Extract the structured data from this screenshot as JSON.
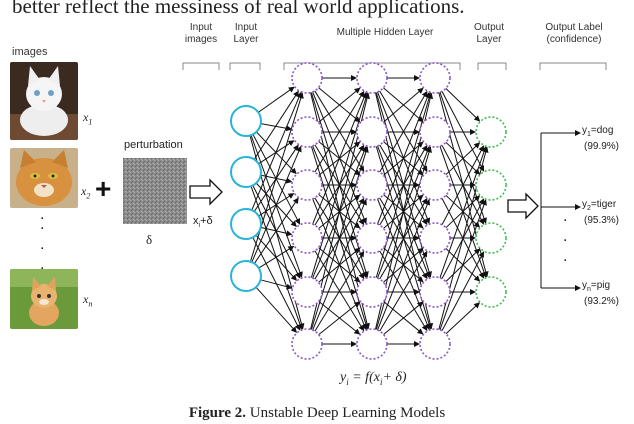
{
  "header_text": "better reflect the messiness of real world applications.",
  "labels": {
    "images": "images",
    "input_images": [
      "Input",
      "images"
    ],
    "input_layer": [
      "Input",
      "Layer"
    ],
    "hidden": "Multiple Hidden Layer",
    "output_layer": [
      "Output",
      "Layer"
    ],
    "output_label": [
      "Output Label",
      "(confidence)"
    ],
    "perturbation": "perturbation",
    "delta": "δ",
    "plus": "+",
    "x_plus_delta": "x",
    "x_plus_delta_sub": "i",
    "x_plus_delta_tail": "+δ",
    "formula_lhs": "y",
    "formula_lhs_sub": "i",
    "formula_rhs": "= f(x",
    "formula_rhs_sub": "i",
    "formula_tail": "+ δ)"
  },
  "images": [
    {
      "label": "x",
      "sub": "1",
      "desc": "white kitten"
    },
    {
      "label": "x",
      "sub": "2",
      "desc": "orange cat"
    },
    {
      "label": "x",
      "sub": "n",
      "desc": "kitten on grass"
    }
  ],
  "outputs": [
    {
      "name": "y",
      "sub": "1",
      "cls": "=dog",
      "conf": "(99.9%)"
    },
    {
      "name": "y",
      "sub": "2",
      "cls": "=tiger",
      "conf": "(95.3%)"
    },
    {
      "name": "y",
      "sub": "n",
      "cls": "=pig",
      "conf": "(93.2%)"
    }
  ],
  "caption": {
    "bold": "Figure 2.",
    "text": " Unstable Deep Learning Models"
  },
  "colors": {
    "input": "#2ab5d8",
    "hidden": "#8b56c9",
    "output": "#3cbf4a"
  }
}
